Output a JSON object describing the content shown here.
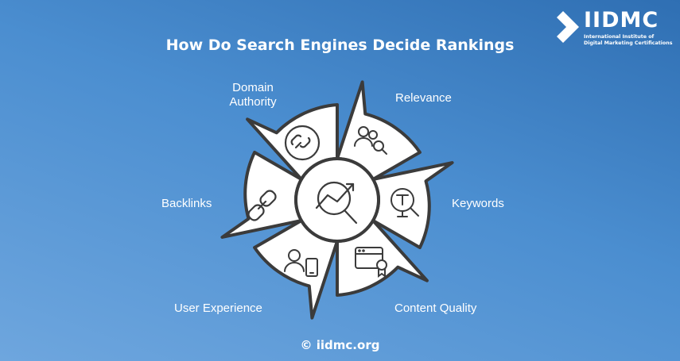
{
  "title": "How Do Search Engines Decide Rankings",
  "logo": {
    "brand": "IIDMC",
    "subtitle_line1": "International Institute of",
    "subtitle_line2": "Digital Marketing Certifications"
  },
  "diagram": {
    "center_icon": "growth-chart-magnifier-icon",
    "segments": [
      {
        "label_line1": "Domain",
        "label_line2": "Authority",
        "icon": "link-circle-icon"
      },
      {
        "label": "Relevance",
        "icon": "users-search-icon"
      },
      {
        "label": "Keywords",
        "icon": "text-search-icon"
      },
      {
        "label": "Content Quality",
        "icon": "certificate-browser-icon"
      },
      {
        "label": "User Experience",
        "icon": "user-mobile-icon"
      },
      {
        "label": "Backlinks",
        "icon": "chain-link-icon"
      }
    ]
  },
  "footer": "© iidmc.org",
  "colors": {
    "background_top": "#2f6fb3",
    "background_bottom": "#6ea6de",
    "segment_fill": "#ffffff",
    "outline": "#3b3b3b"
  }
}
